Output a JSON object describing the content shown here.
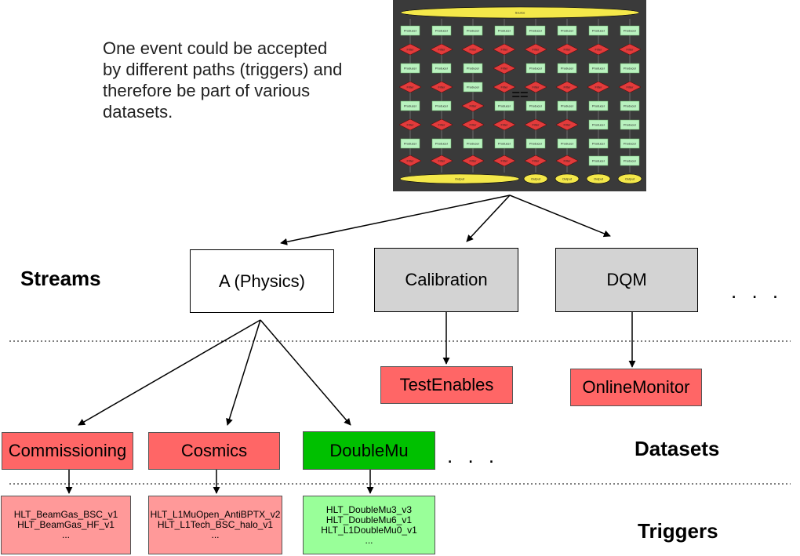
{
  "description": "One event could be accepted by different paths (triggers) and therefore be part of various datasets.",
  "flow_image": {
    "source_label": "Source",
    "producer_label": "Producer",
    "filter_label": "Filter",
    "output_label": "Output",
    "equals_sign": "==",
    "colors": {
      "background": "#3a3a3a",
      "producer": "#b9f2bf",
      "filter": "#e23b3b",
      "ellipse": "#f4e84a"
    }
  },
  "labels": {
    "streams": "Streams",
    "datasets": "Datasets",
    "triggers": "Triggers"
  },
  "streams": [
    {
      "name": "A (Physics)",
      "color": "#ffffff"
    },
    {
      "name": "Calibration",
      "color": "#d3d3d3"
    },
    {
      "name": "DQM",
      "color": "#d3d3d3"
    }
  ],
  "streams_more": ". . .",
  "datasets": [
    {
      "name": "Commissioning",
      "color": "#ff6666"
    },
    {
      "name": "Cosmics",
      "color": "#ff6666"
    },
    {
      "name": "DoubleMu",
      "color": "#00c000"
    },
    {
      "name": "TestEnables",
      "color": "#ff6666"
    },
    {
      "name": "OnlineMonitor",
      "color": "#ff6666"
    }
  ],
  "datasets_more": ". . .",
  "triggers": [
    {
      "lines": [
        "HLT_BeamGas_BSC_v1",
        "HLT_BeamGas_HF_v1",
        "..."
      ],
      "color": "#ff9999"
    },
    {
      "lines": [
        "HLT_L1MuOpen_AntiBPTX_v2",
        "HLT_L1Tech_BSC_halo_v1",
        "..."
      ],
      "color": "#ff9999"
    },
    {
      "lines": [
        "HLT_DoubleMu3_v3",
        "HLT_DoubleMu6_v1",
        "HLT_L1DoubleMu0_v1",
        "..."
      ],
      "color": "#99ff99"
    }
  ]
}
